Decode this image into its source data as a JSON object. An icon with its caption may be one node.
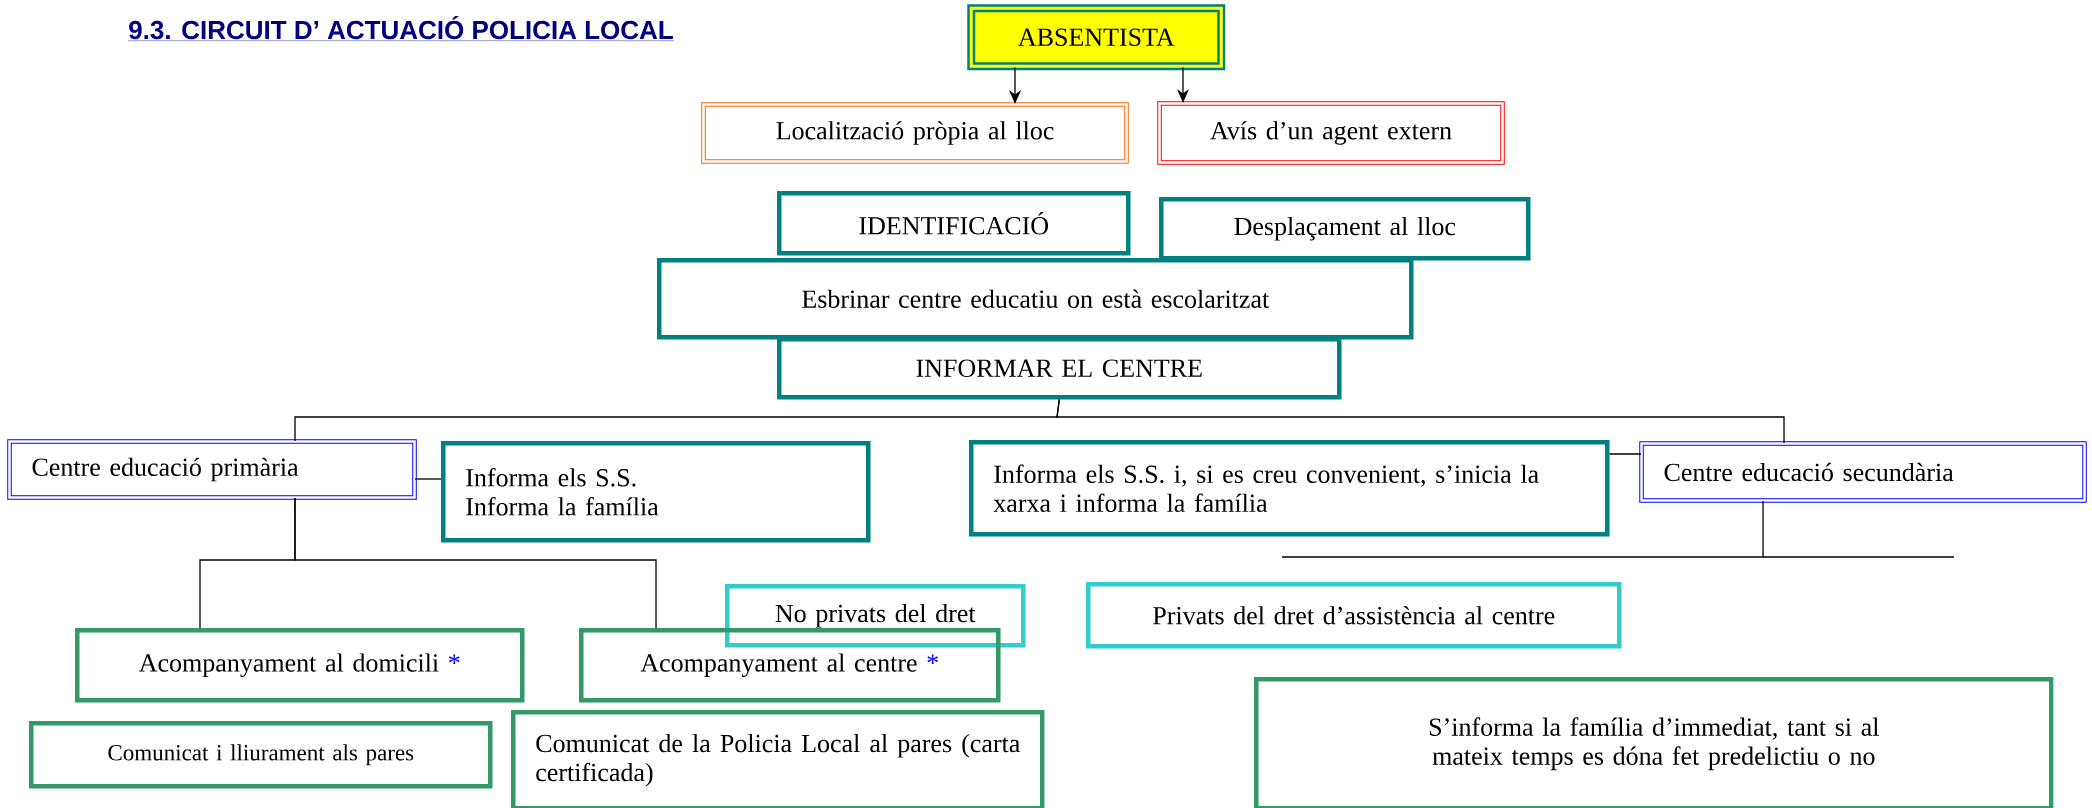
{
  "diagram": {
    "title": "9.3. CIRCUIT D’ ACTUACIÓ POLICIA LOCAL",
    "nodes": [
      {
        "text": [
          "ABSENTISTA"
        ]
      },
      {
        "text": [
          "Localització pròpia al lloc"
        ]
      },
      {
        "text": [
          "Avís d’un agent extern"
        ]
      },
      {
        "text": [
          "IDENTIFICACIÓ"
        ]
      },
      {
        "text": [
          "Desplaçament al lloc"
        ]
      },
      {
        "text": [
          "Esbrinar centre educatiu on està escolaritzat"
        ]
      },
      {
        "text": [
          "INFORMAR EL CENTRE"
        ]
      },
      {
        "text": [
          "Centre educació primària"
        ]
      },
      {
        "text": [
          "Informa els S.S.",
          "Informa la família"
        ]
      },
      {
        "text": [
          "Informa els S.S. i, si es creu convenient, s’inicia la xarxa i informa la família"
        ]
      },
      {
        "text": [
          "Centre educació secundària"
        ]
      },
      {
        "text": [
          "No privats del dret"
        ]
      },
      {
        "text": [
          "Privats del dret d’assistència al centre"
        ]
      },
      {
        "text": [
          "Acompanyament al domicili",
          "*"
        ]
      },
      {
        "text": [
          "Acompanyament al centre",
          "*"
        ]
      },
      {
        "text": [
          "Comunicat i lliurament als pares"
        ]
      },
      {
        "text": [
          "Comunicat de la Policia Local al pares (carta certificada)"
        ]
      },
      {
        "text": [
          "S’informa la família d’immediat, tant si al mateix temps es dóna fet predelictiu o no"
        ]
      }
    ],
    "edges": [
      {
        "from": 0,
        "to": 1,
        "arrow": "to"
      },
      {
        "from": 0,
        "to": 2,
        "arrow": "to"
      },
      {
        "from": 6,
        "to": 7,
        "arrow": "none"
      },
      {
        "from": 6,
        "to": 10,
        "arrow": "none"
      },
      {
        "from": 7,
        "to": 8,
        "arrow": "none"
      },
      {
        "from": 9,
        "to": 10,
        "arrow": "none"
      },
      {
        "from": 7,
        "to": 13,
        "arrow": "none"
      },
      {
        "from": 7,
        "to": 14,
        "arrow": "none"
      },
      {
        "from": 10,
        "to": null,
        "arrow": "none"
      }
    ]
  }
}
